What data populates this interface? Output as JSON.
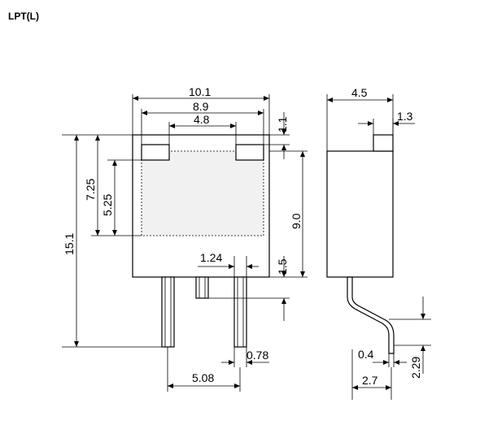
{
  "title": "LPT(L)",
  "dimensions": {
    "top_width": "10.1",
    "inner_width": "8.9",
    "pad_spacing": "4.8",
    "pad_height": "1.1",
    "total_height": "15.1",
    "window_height": "7.25",
    "window_inner": "5.25",
    "body_height": "9.0",
    "lead_gap": "1.24",
    "lead_standoff": "1.5",
    "lead_pitch": "5.08",
    "lead_width": "0.78",
    "side_depth": "4.5",
    "side_tab": "1.3",
    "lead_thickness": "0.4",
    "lead_bend": "2.29",
    "lead_offset": "2.7"
  }
}
